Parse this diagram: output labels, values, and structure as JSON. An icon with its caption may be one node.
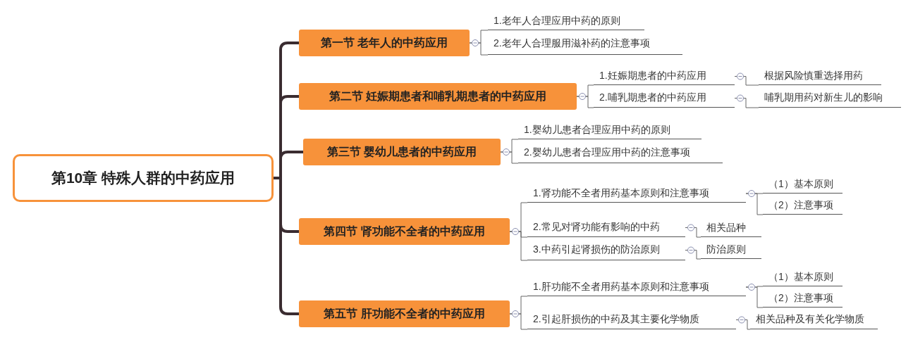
{
  "diagram": {
    "nodes": [
      {
        "text": [
          "第10章 特殊人群的中药应用"
        ]
      },
      {
        "text": [
          "第一节 老年人的中药应用"
        ]
      },
      {
        "text": [
          "1.老年人合理应用中药的原则"
        ]
      },
      {
        "text": [
          "2.老年人合理服用滋补药的注意事项"
        ]
      },
      {
        "text": [
          "第二节 妊娠期患者和哺乳期患者的中药应用"
        ]
      },
      {
        "text": [
          "1.妊娠期患者的中药应用"
        ]
      },
      {
        "text": [
          "根据风险慎重选择用药"
        ]
      },
      {
        "text": [
          "2.哺乳期患者的中药应用"
        ]
      },
      {
        "text": [
          "哺乳期用药对新生儿的影响"
        ]
      },
      {
        "text": [
          "第三节 婴幼儿患者的中药应用"
        ]
      },
      {
        "text": [
          "1.婴幼儿患者合理应用中药的原则"
        ]
      },
      {
        "text": [
          "2.婴幼儿患者合理应用中药的注意事项"
        ]
      },
      {
        "text": [
          "第四节 肾功能不全者的中药应用"
        ]
      },
      {
        "text": [
          "1.肾功能不全者用药基本原则和注意事项"
        ]
      },
      {
        "text": [
          "（1）基本原则"
        ]
      },
      {
        "text": [
          "（2）注意事项"
        ]
      },
      {
        "text": [
          "2.常见对肾功能有影响的中药"
        ]
      },
      {
        "text": [
          "相关品种"
        ]
      },
      {
        "text": [
          "3.中药引起肾损伤的防治原则"
        ]
      },
      {
        "text": [
          "防治原则"
        ]
      },
      {
        "text": [
          "第五节 肝功能不全者的中药应用"
        ]
      },
      {
        "text": [
          "1.肝功能不全者用药基本原则和注意事项"
        ]
      },
      {
        "text": [
          "（1）基本原则"
        ]
      },
      {
        "text": [
          "（2）注意事项"
        ]
      },
      {
        "text": [
          "2.引起肝损伤的中药及其主要化学物质"
        ]
      },
      {
        "text": [
          "相关品种及有关化学物质"
        ]
      }
    ],
    "edges": [
      {
        "from": 0,
        "to": 1,
        "arrow": "none",
        "style": "thick",
        "color": "#3a2c30"
      },
      {
        "from": 0,
        "to": 4,
        "arrow": "none",
        "style": "thick",
        "color": "#3a2c30"
      },
      {
        "from": 0,
        "to": 9,
        "arrow": "none",
        "style": "thick",
        "color": "#3a2c30"
      },
      {
        "from": 0,
        "to": 12,
        "arrow": "none",
        "style": "thick",
        "color": "#3a2c30"
      },
      {
        "from": 0,
        "to": 20,
        "arrow": "none",
        "style": "thick",
        "color": "#3a2c30"
      },
      {
        "from": 1,
        "to": 2,
        "arrow": "none"
      },
      {
        "from": 1,
        "to": 3,
        "arrow": "none"
      },
      {
        "from": 4,
        "to": 5,
        "arrow": "none"
      },
      {
        "from": 5,
        "to": 6,
        "arrow": "none"
      },
      {
        "from": 4,
        "to": 7,
        "arrow": "none"
      },
      {
        "from": 7,
        "to": 8,
        "arrow": "none"
      },
      {
        "from": 9,
        "to": 10,
        "arrow": "none"
      },
      {
        "from": 9,
        "to": 11,
        "arrow": "none"
      },
      {
        "from": 12,
        "to": 13,
        "arrow": "none"
      },
      {
        "from": 13,
        "to": 14,
        "arrow": "none"
      },
      {
        "from": 13,
        "to": 15,
        "arrow": "none"
      },
      {
        "from": 12,
        "to": 16,
        "arrow": "none"
      },
      {
        "from": 16,
        "to": 17,
        "arrow": "none"
      },
      {
        "from": 12,
        "to": 18,
        "arrow": "none"
      },
      {
        "from": 18,
        "to": 19,
        "arrow": "none"
      },
      {
        "from": 20,
        "to": 21,
        "arrow": "none"
      },
      {
        "from": 21,
        "to": 22,
        "arrow": "none"
      },
      {
        "from": 21,
        "to": 23,
        "arrow": "none"
      },
      {
        "from": 20,
        "to": 24,
        "arrow": "none"
      },
      {
        "from": 24,
        "to": 25,
        "arrow": "none"
      }
    ]
  }
}
